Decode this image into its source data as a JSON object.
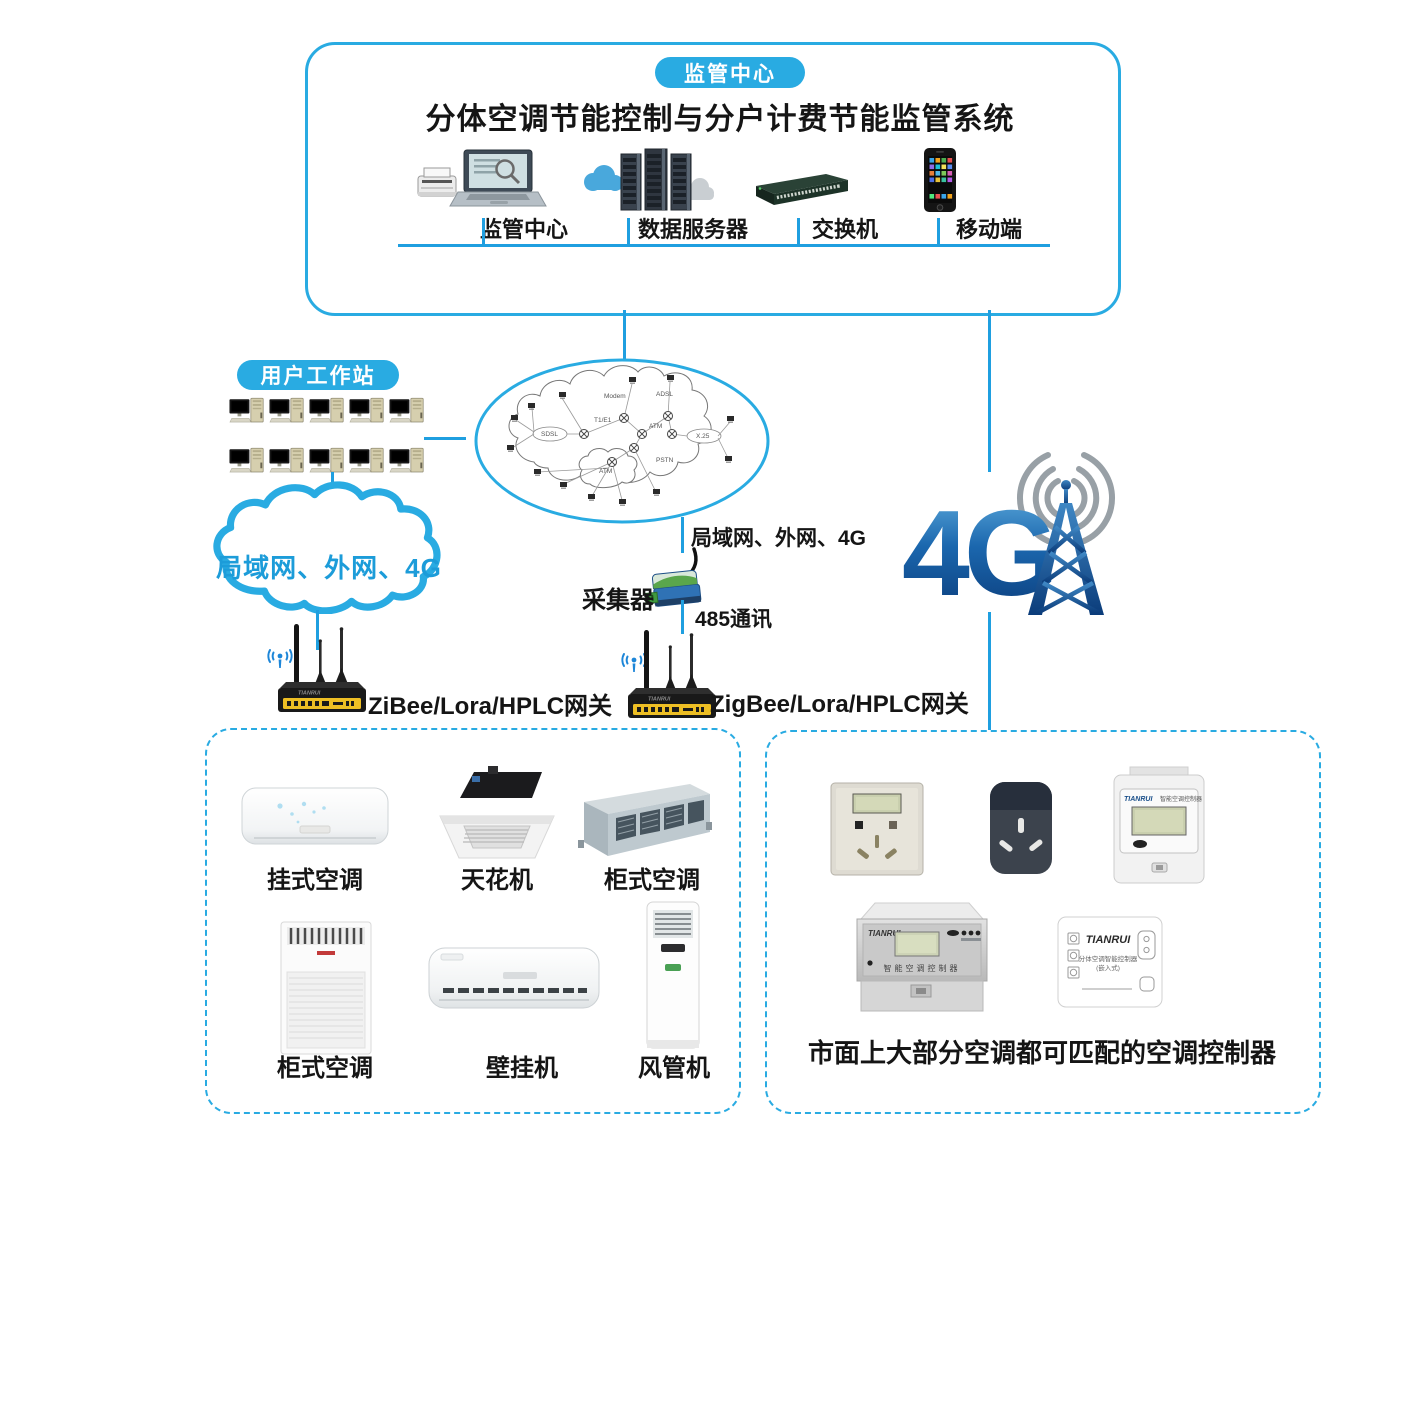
{
  "colors": {
    "accent": "#29abe2",
    "cloud_text": "#1c9cd9",
    "g4_dark": "#0a3a78"
  },
  "top_box": {
    "badge": "监管中心",
    "title": "分体空调节能控制与分户计费节能监管系统",
    "nodes": [
      {
        "label": "监管中心"
      },
      {
        "label": "数据服务器"
      },
      {
        "label": "交换机"
      },
      {
        "label": "移动端"
      }
    ]
  },
  "workstation": {
    "badge": "用户工作站"
  },
  "lan_cloud": {
    "label": "局域网、外网、4G"
  },
  "network_cloud": {
    "labels": [
      "Modem",
      "ADSL",
      "T1/E1",
      "ATM",
      "SDSL",
      "X.25",
      "PSTN",
      "ATM"
    ]
  },
  "links": {
    "wan_label": "局域网、外网、4G",
    "collector": "采集器",
    "rs485": "485通讯",
    "gateway_left": "ZiBee/Lora/HPLC网关",
    "gateway_right": "ZigBee/Lora/HPLC网关",
    "g4": "4G"
  },
  "ac_box": {
    "items": [
      {
        "label": "挂式空调"
      },
      {
        "label": "天花机"
      },
      {
        "label": "柜式空调"
      },
      {
        "label": "柜式空调"
      },
      {
        "label": "壁挂机"
      },
      {
        "label": "风管机"
      }
    ]
  },
  "controller_box": {
    "caption": "市面上大部分空调都可匹配的空调控制器",
    "brand": "TIANRUI",
    "silver_label": "智能空调控制器",
    "meter_label": "智能空调控制器",
    "embedded_label": "分体空调智能控制器",
    "embedded_sub": "(嵌入式)"
  }
}
